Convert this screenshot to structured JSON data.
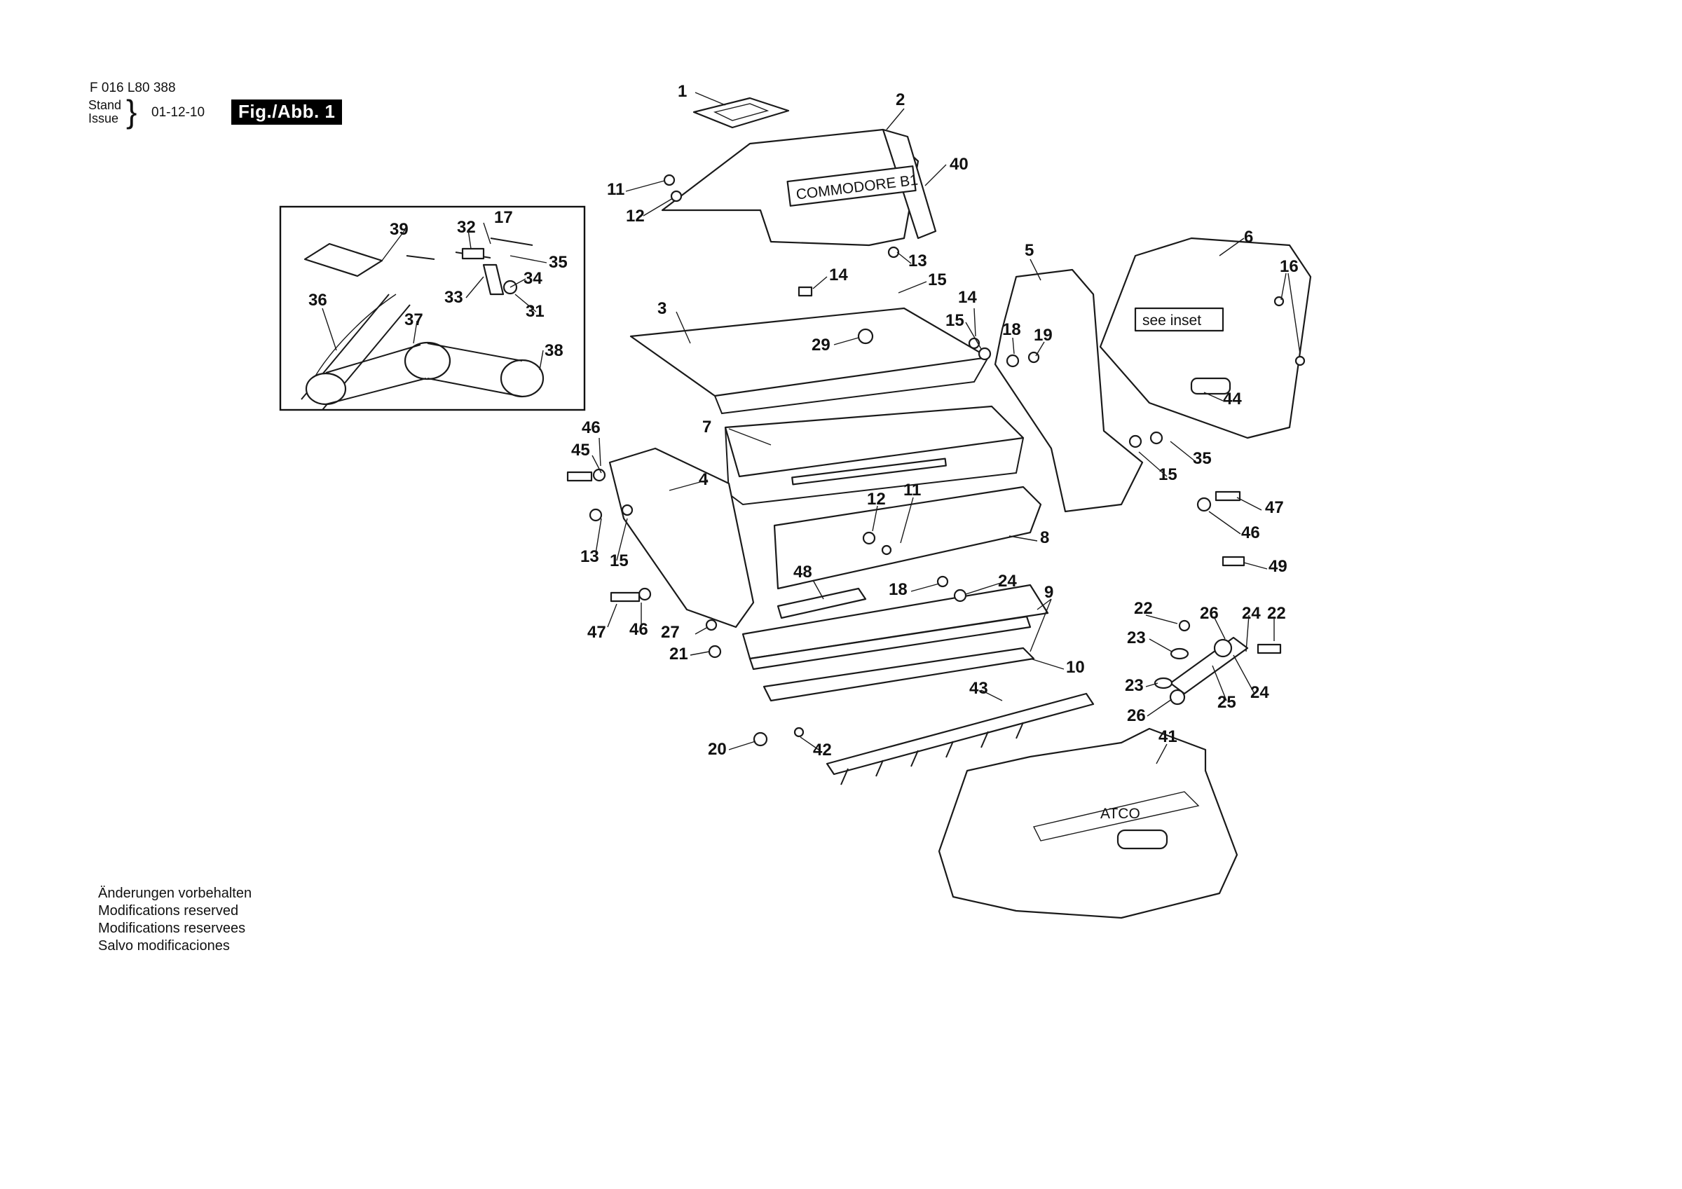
{
  "header": {
    "part_number": "F 016 L80 388",
    "stand": "Stand",
    "issue": "Issue",
    "date": "01-12-10",
    "figure": "Fig./Abb. 1"
  },
  "notes": [
    "Änderungen vorbehalten",
    "Modifications reserved",
    "Modifications reservees",
    "Salvo modificaciones"
  ],
  "drawing": {
    "inset_note": "see inset",
    "branding": [
      "COMMODORE B1",
      "ATCO"
    ],
    "labels": [
      "1",
      "2",
      "40",
      "11",
      "12",
      "39",
      "32",
      "17",
      "35",
      "34",
      "33",
      "31",
      "36",
      "37",
      "38",
      "14",
      "13",
      "15",
      "3",
      "29",
      "5",
      "6",
      "16",
      "14",
      "15",
      "18",
      "19",
      "44",
      "7",
      "46",
      "45",
      "4",
      "12",
      "11",
      "35",
      "15",
      "47",
      "46",
      "8",
      "13",
      "15",
      "49",
      "48",
      "18",
      "24",
      "9",
      "22",
      "26",
      "24",
      "22",
      "47",
      "46",
      "27",
      "21",
      "23",
      "10",
      "25",
      "24",
      "23",
      "26",
      "43",
      "20",
      "42",
      "41"
    ]
  }
}
